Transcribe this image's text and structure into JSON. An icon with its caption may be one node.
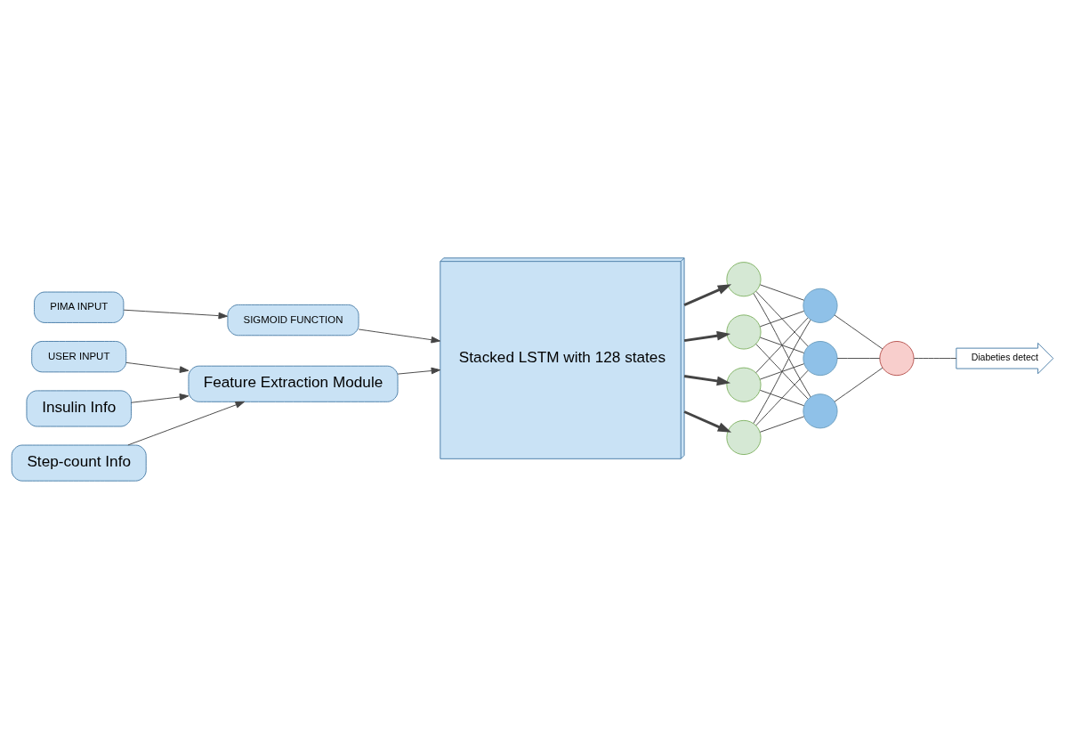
{
  "diagram": {
    "nodes": [
      {
        "text": [
          "PIMA INPUT"
        ]
      },
      {
        "text": [
          "USER INPUT"
        ]
      },
      {
        "text": [
          "Insulin Info"
        ]
      },
      {
        "text": [
          "Step-count Info"
        ]
      },
      {
        "text": [
          "SIGMOID FUNCTION"
        ]
      },
      {
        "text": [
          "Feature Extraction Module"
        ]
      },
      {
        "text": [
          "Stacked LSTM with 128 states"
        ]
      },
      {
        "text": [],
        "shape": "circle"
      },
      {
        "text": [],
        "shape": "circle"
      },
      {
        "text": [],
        "shape": "circle"
      },
      {
        "text": [],
        "shape": "circle"
      },
      {
        "text": [],
        "shape": "circle"
      },
      {
        "text": [],
        "shape": "circle"
      },
      {
        "text": [],
        "shape": "circle"
      },
      {
        "text": [],
        "shape": "circle"
      },
      {
        "text": [
          "Diabeties detect"
        ]
      }
    ],
    "edges": [
      {
        "from": 0,
        "to": 4,
        "arrow": "to"
      },
      {
        "from": 1,
        "to": 5,
        "arrow": "to"
      },
      {
        "from": 2,
        "to": 5,
        "arrow": "to"
      },
      {
        "from": 3,
        "to": 5,
        "arrow": "to"
      },
      {
        "from": 4,
        "to": 6,
        "arrow": "to"
      },
      {
        "from": 5,
        "to": 6,
        "arrow": "to"
      },
      {
        "from": 6,
        "to": 7,
        "arrow": "to",
        "style": "thick"
      },
      {
        "from": 6,
        "to": 8,
        "arrow": "to",
        "style": "thick"
      },
      {
        "from": 6,
        "to": 9,
        "arrow": "to",
        "style": "thick"
      },
      {
        "from": 6,
        "to": 10,
        "arrow": "to",
        "style": "thick"
      },
      {
        "from": 7,
        "to": 11,
        "arrow": "none"
      },
      {
        "from": 7,
        "to": 12,
        "arrow": "none"
      },
      {
        "from": 7,
        "to": 13,
        "arrow": "none"
      },
      {
        "from": 8,
        "to": 11,
        "arrow": "none"
      },
      {
        "from": 8,
        "to": 12,
        "arrow": "none"
      },
      {
        "from": 8,
        "to": 13,
        "arrow": "none"
      },
      {
        "from": 9,
        "to": 11,
        "arrow": "none"
      },
      {
        "from": 9,
        "to": 12,
        "arrow": "none"
      },
      {
        "from": 9,
        "to": 13,
        "arrow": "none"
      },
      {
        "from": 10,
        "to": 11,
        "arrow": "none"
      },
      {
        "from": 10,
        "to": 12,
        "arrow": "none"
      },
      {
        "from": 10,
        "to": 13,
        "arrow": "none"
      },
      {
        "from": 11,
        "to": 14,
        "arrow": "none"
      },
      {
        "from": 12,
        "to": 14,
        "arrow": "none"
      },
      {
        "from": 13,
        "to": 14,
        "arrow": "none"
      },
      {
        "from": 14,
        "to": 15,
        "arrow": "none"
      }
    ]
  }
}
